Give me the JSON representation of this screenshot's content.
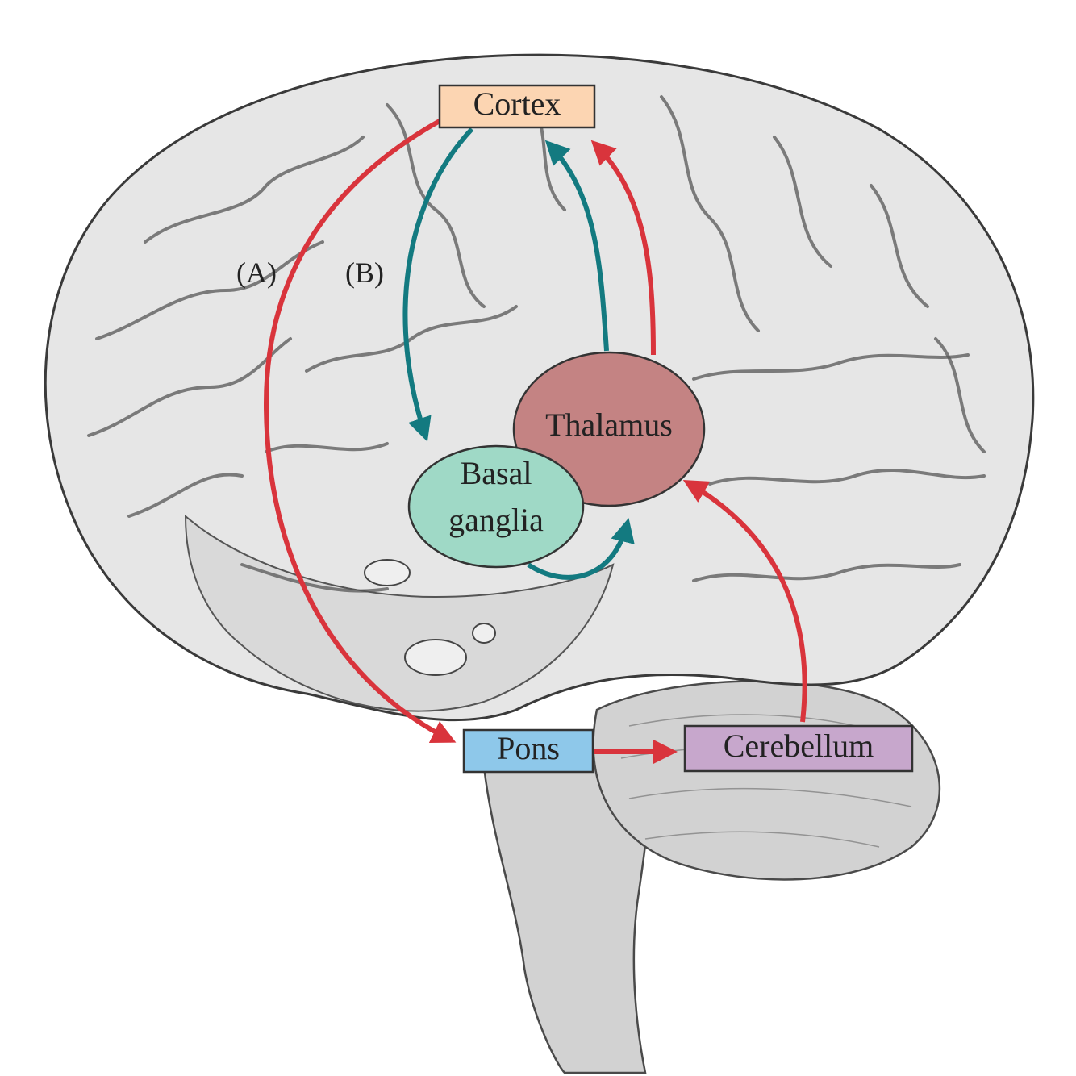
{
  "colors": {
    "red_pathway": "#d9343c",
    "teal_pathway": "#137a80",
    "cortex_box": "#fcd5b2",
    "pons_box": "#8ec8ea",
    "cerebellum_box": "#c7a7cc",
    "thalamus_oval": "#c48383",
    "basal_ganglia_oval": "#9fd9c6"
  },
  "labels": {
    "cortex": "Cortex",
    "pons": "Pons",
    "cerebellum": "Cerebellum",
    "thalamus": "Thalamus",
    "basal_ganglia_line1": "Basal",
    "basal_ganglia_line2": "ganglia",
    "pathway_a": "(A)",
    "pathway_b": "(B)"
  },
  "pathways": [
    {
      "id": "A",
      "color": "red",
      "steps": [
        "Cortex",
        "Pons",
        "Cerebellum",
        "Thalamus",
        "Cortex"
      ]
    },
    {
      "id": "B",
      "color": "teal",
      "steps": [
        "Cortex",
        "Basal ganglia",
        "Thalamus",
        "Cortex"
      ]
    }
  ]
}
